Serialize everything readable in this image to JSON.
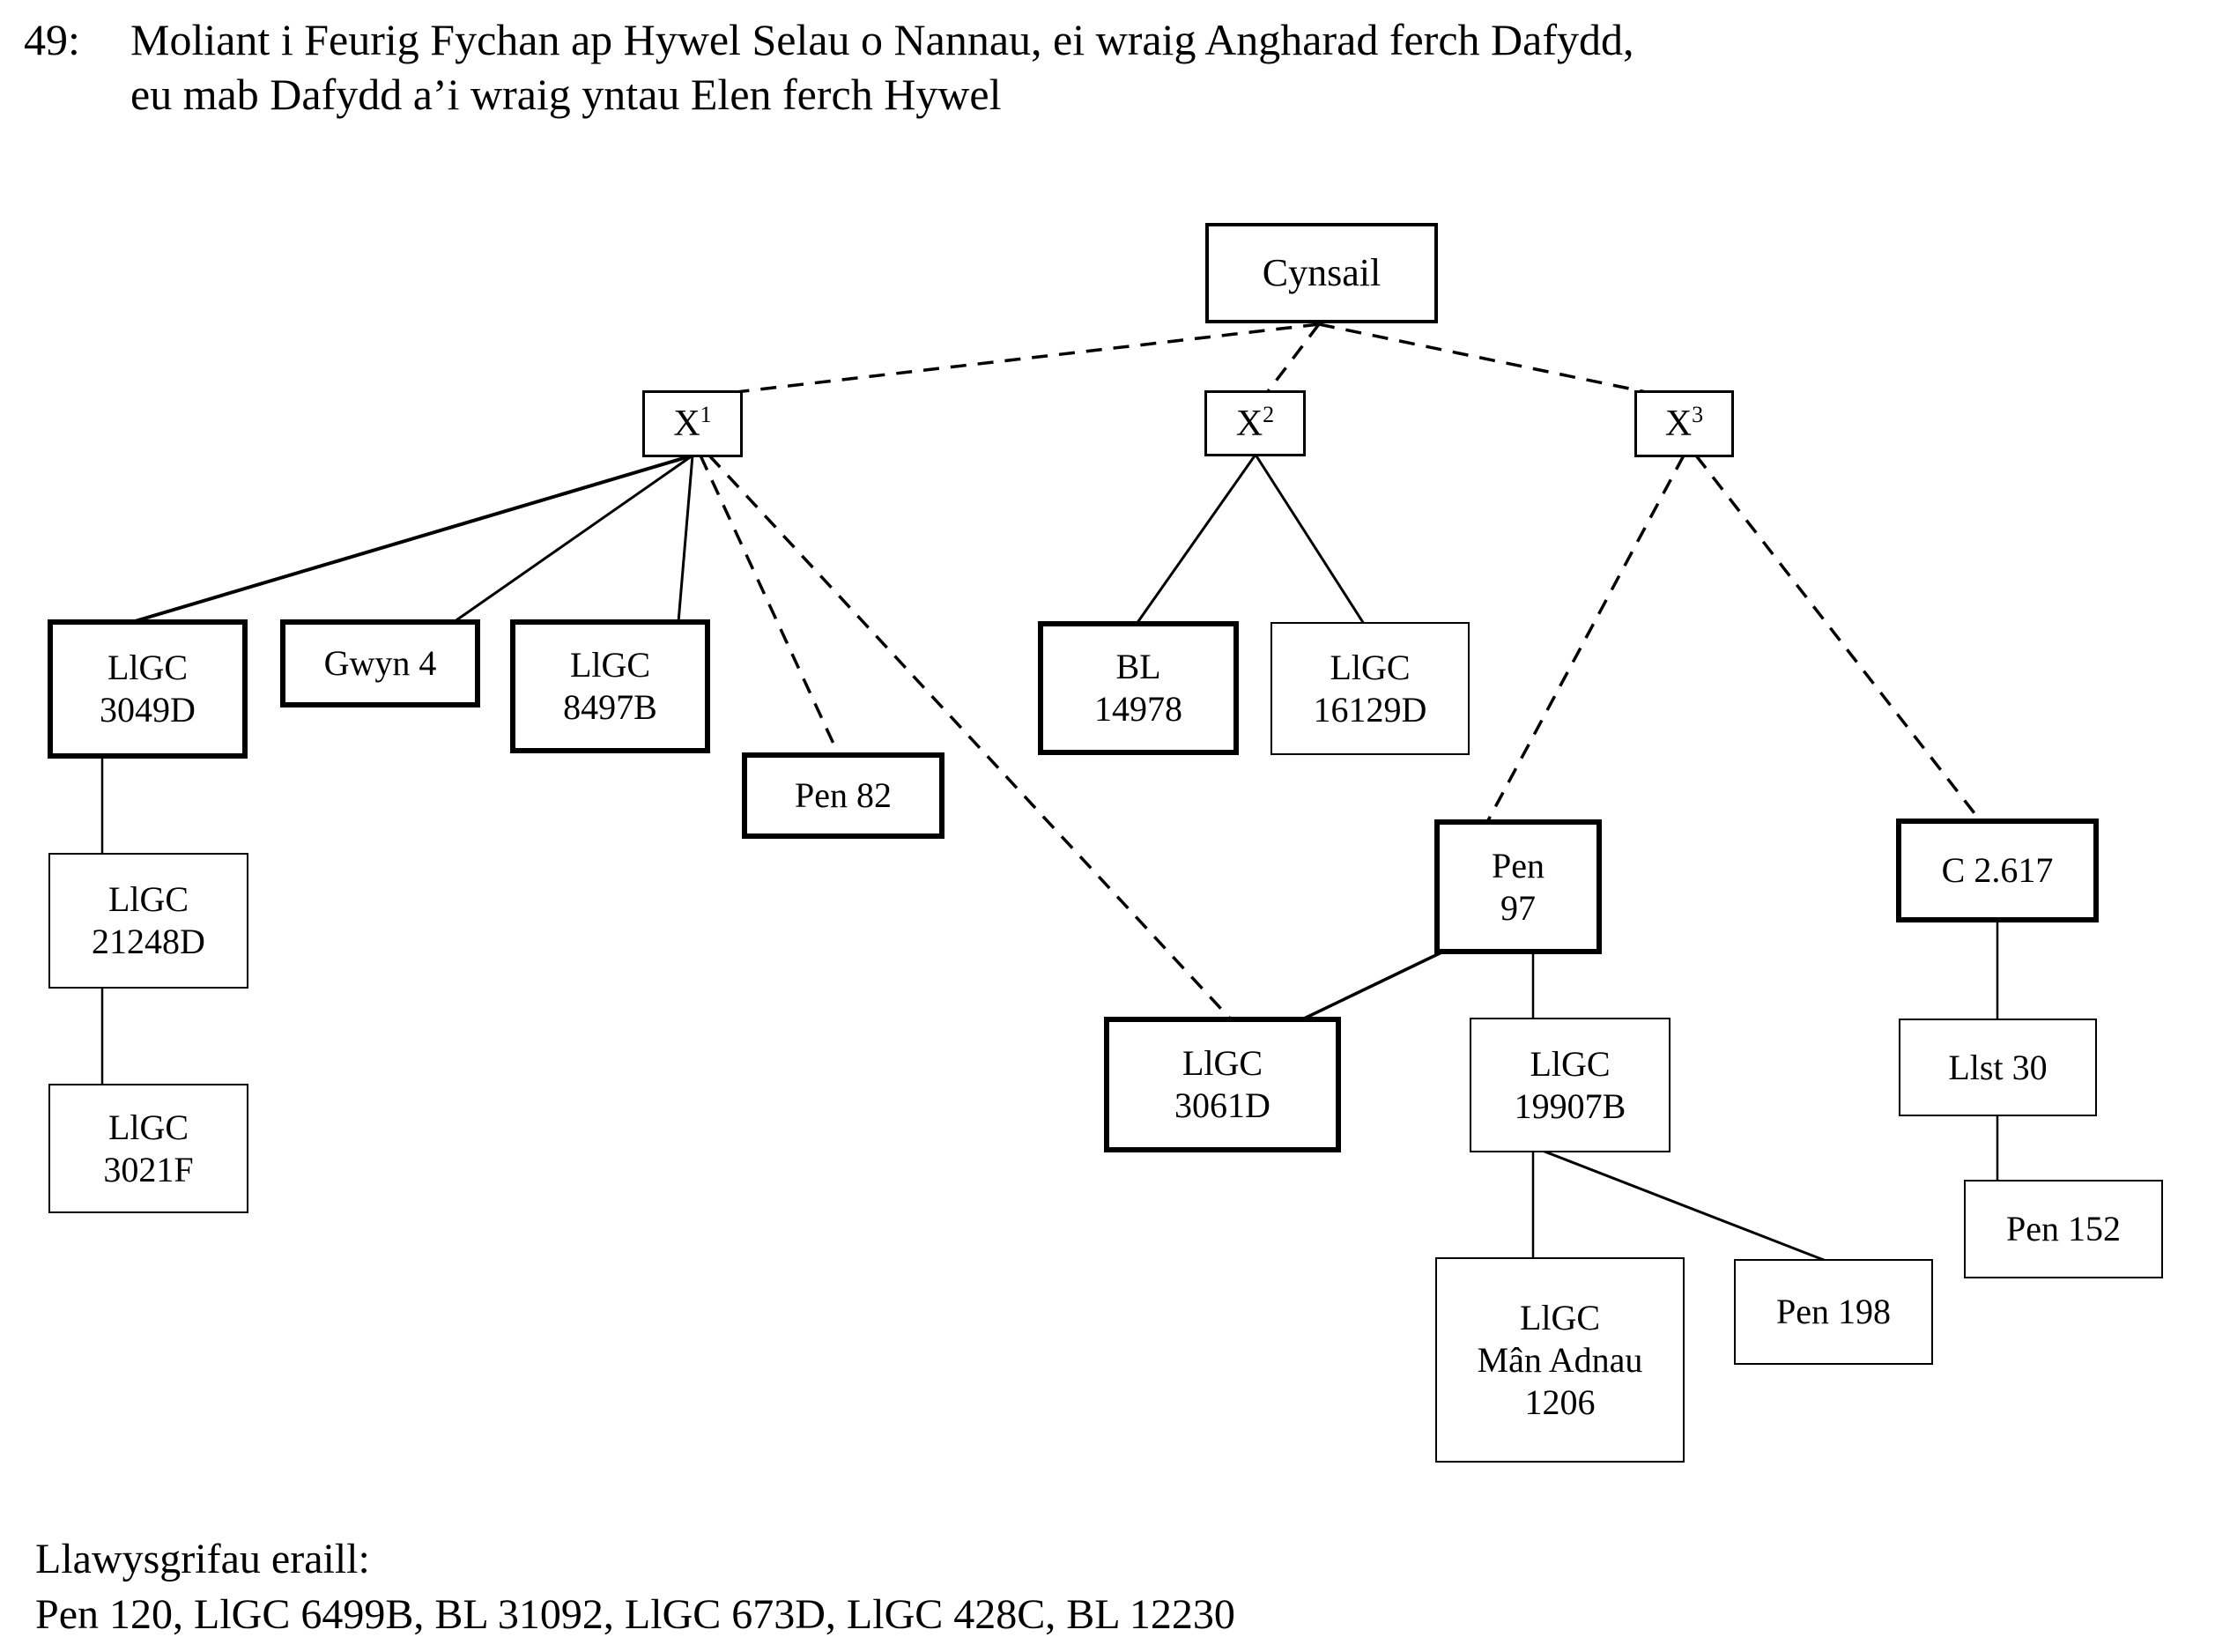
{
  "title": {
    "number": "49:",
    "line1": "Moliant i Feurig Fychan ap Hywel Selau o Nannau, ei wraig Angharad ferch Dafydd,",
    "line2": "eu mab Dafydd a’i wraig yntau Elen ferch Hywel"
  },
  "stemma": {
    "nodes": {
      "cynsail": {
        "lines": [
          "Cynsail"
        ]
      },
      "x1": {
        "base": "X",
        "sup": "1"
      },
      "x2": {
        "base": "X",
        "sup": "2"
      },
      "x3": {
        "base": "X",
        "sup": "3"
      },
      "llgc3049d": {
        "lines": [
          "LlGC",
          "3049D"
        ]
      },
      "gwyn4": {
        "lines": [
          "Gwyn 4"
        ]
      },
      "llgc8497b": {
        "lines": [
          "LlGC",
          "8497B"
        ]
      },
      "pen82": {
        "lines": [
          "Pen 82"
        ]
      },
      "bl14978": {
        "lines": [
          "BL",
          "14978"
        ]
      },
      "llgc16129d": {
        "lines": [
          "LlGC",
          "16129D"
        ]
      },
      "llgc21248d": {
        "lines": [
          "LlGC",
          "21248D"
        ]
      },
      "llgc3021f": {
        "lines": [
          "LlGC",
          "3021F"
        ]
      },
      "pen97": {
        "lines": [
          "Pen",
          "97"
        ]
      },
      "llgc3061d": {
        "lines": [
          "LlGC",
          "3061D"
        ]
      },
      "llgc19907b": {
        "lines": [
          "LlGC",
          "19907B"
        ]
      },
      "c2617": {
        "lines": [
          "C 2.617"
        ]
      },
      "llst30": {
        "lines": [
          "Llst 30"
        ]
      },
      "manadnau1206": {
        "lines": [
          "LlGC",
          "Mân Adnau",
          "1206"
        ]
      },
      "pen198": {
        "lines": [
          "Pen 198"
        ]
      },
      "pen152": {
        "lines": [
          "Pen 152"
        ]
      }
    },
    "edges": [
      {
        "from": "cynsail",
        "to": "x1",
        "style": "dashed"
      },
      {
        "from": "cynsail",
        "to": "x2",
        "style": "dashed"
      },
      {
        "from": "cynsail",
        "to": "x3",
        "style": "dashed"
      },
      {
        "from": "x1",
        "to": "llgc3049d",
        "style": "solid"
      },
      {
        "from": "x1",
        "to": "gwyn4",
        "style": "solid"
      },
      {
        "from": "x1",
        "to": "llgc8497b",
        "style": "solid"
      },
      {
        "from": "x1",
        "to": "pen82",
        "style": "dashed"
      },
      {
        "from": "x1",
        "to": "llgc3061d",
        "style": "dashed"
      },
      {
        "from": "x2",
        "to": "bl14978",
        "style": "solid"
      },
      {
        "from": "x2",
        "to": "llgc16129d",
        "style": "solid"
      },
      {
        "from": "x3",
        "to": "pen97",
        "style": "dashed"
      },
      {
        "from": "x3",
        "to": "c2617",
        "style": "dashed"
      },
      {
        "from": "llgc3049d",
        "to": "llgc21248d",
        "style": "solid"
      },
      {
        "from": "llgc21248d",
        "to": "llgc3021f",
        "style": "solid"
      },
      {
        "from": "pen97",
        "to": "llgc3061d",
        "style": "solid"
      },
      {
        "from": "pen97",
        "to": "llgc19907b",
        "style": "solid"
      },
      {
        "from": "llgc19907b",
        "to": "manadnau1206",
        "style": "solid"
      },
      {
        "from": "llgc19907b",
        "to": "pen198",
        "style": "solid"
      },
      {
        "from": "c2617",
        "to": "llst30",
        "style": "solid"
      },
      {
        "from": "llst30",
        "to": "pen152",
        "style": "solid"
      }
    ]
  },
  "footer": {
    "heading": "Llawysgrifau eraill:",
    "manuscripts": "Pen 120, LlGC 6499B, BL 31092, LlGC 673D, LlGC 428C, BL 12230"
  }
}
